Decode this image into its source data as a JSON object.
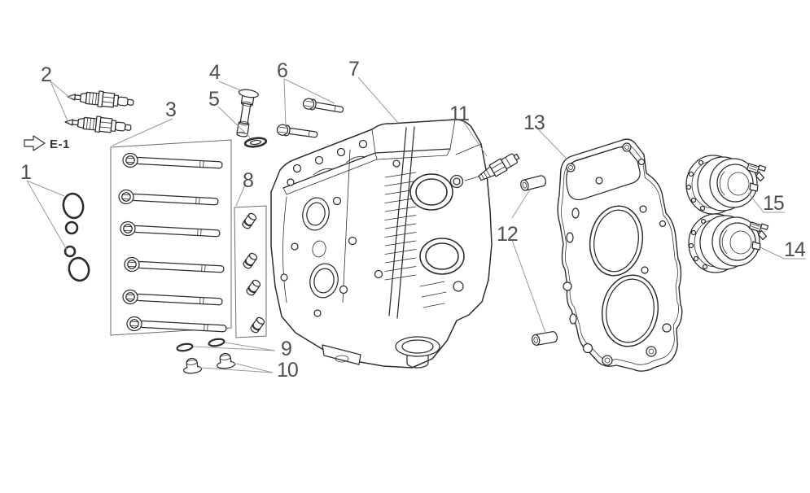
{
  "diagram": {
    "reference_label": "E-1",
    "reference_arrow_icon": "arrow-right-outline",
    "callouts": {
      "c1": "1",
      "c2": "2",
      "c3": "3",
      "c4": "4",
      "c5": "5",
      "c6": "6",
      "c7": "7",
      "c8": "8",
      "c9": "9",
      "c10": "10",
      "c11": "11",
      "c12": "12",
      "c13": "13",
      "c14": "14",
      "c15": "15"
    }
  },
  "colors": {
    "background": "#ffffff",
    "line": "#2d2d2d",
    "leader": "#9a9a9a",
    "box": "#6b6b6b",
    "label": "#4f4f4f",
    "reference": "#333333"
  }
}
